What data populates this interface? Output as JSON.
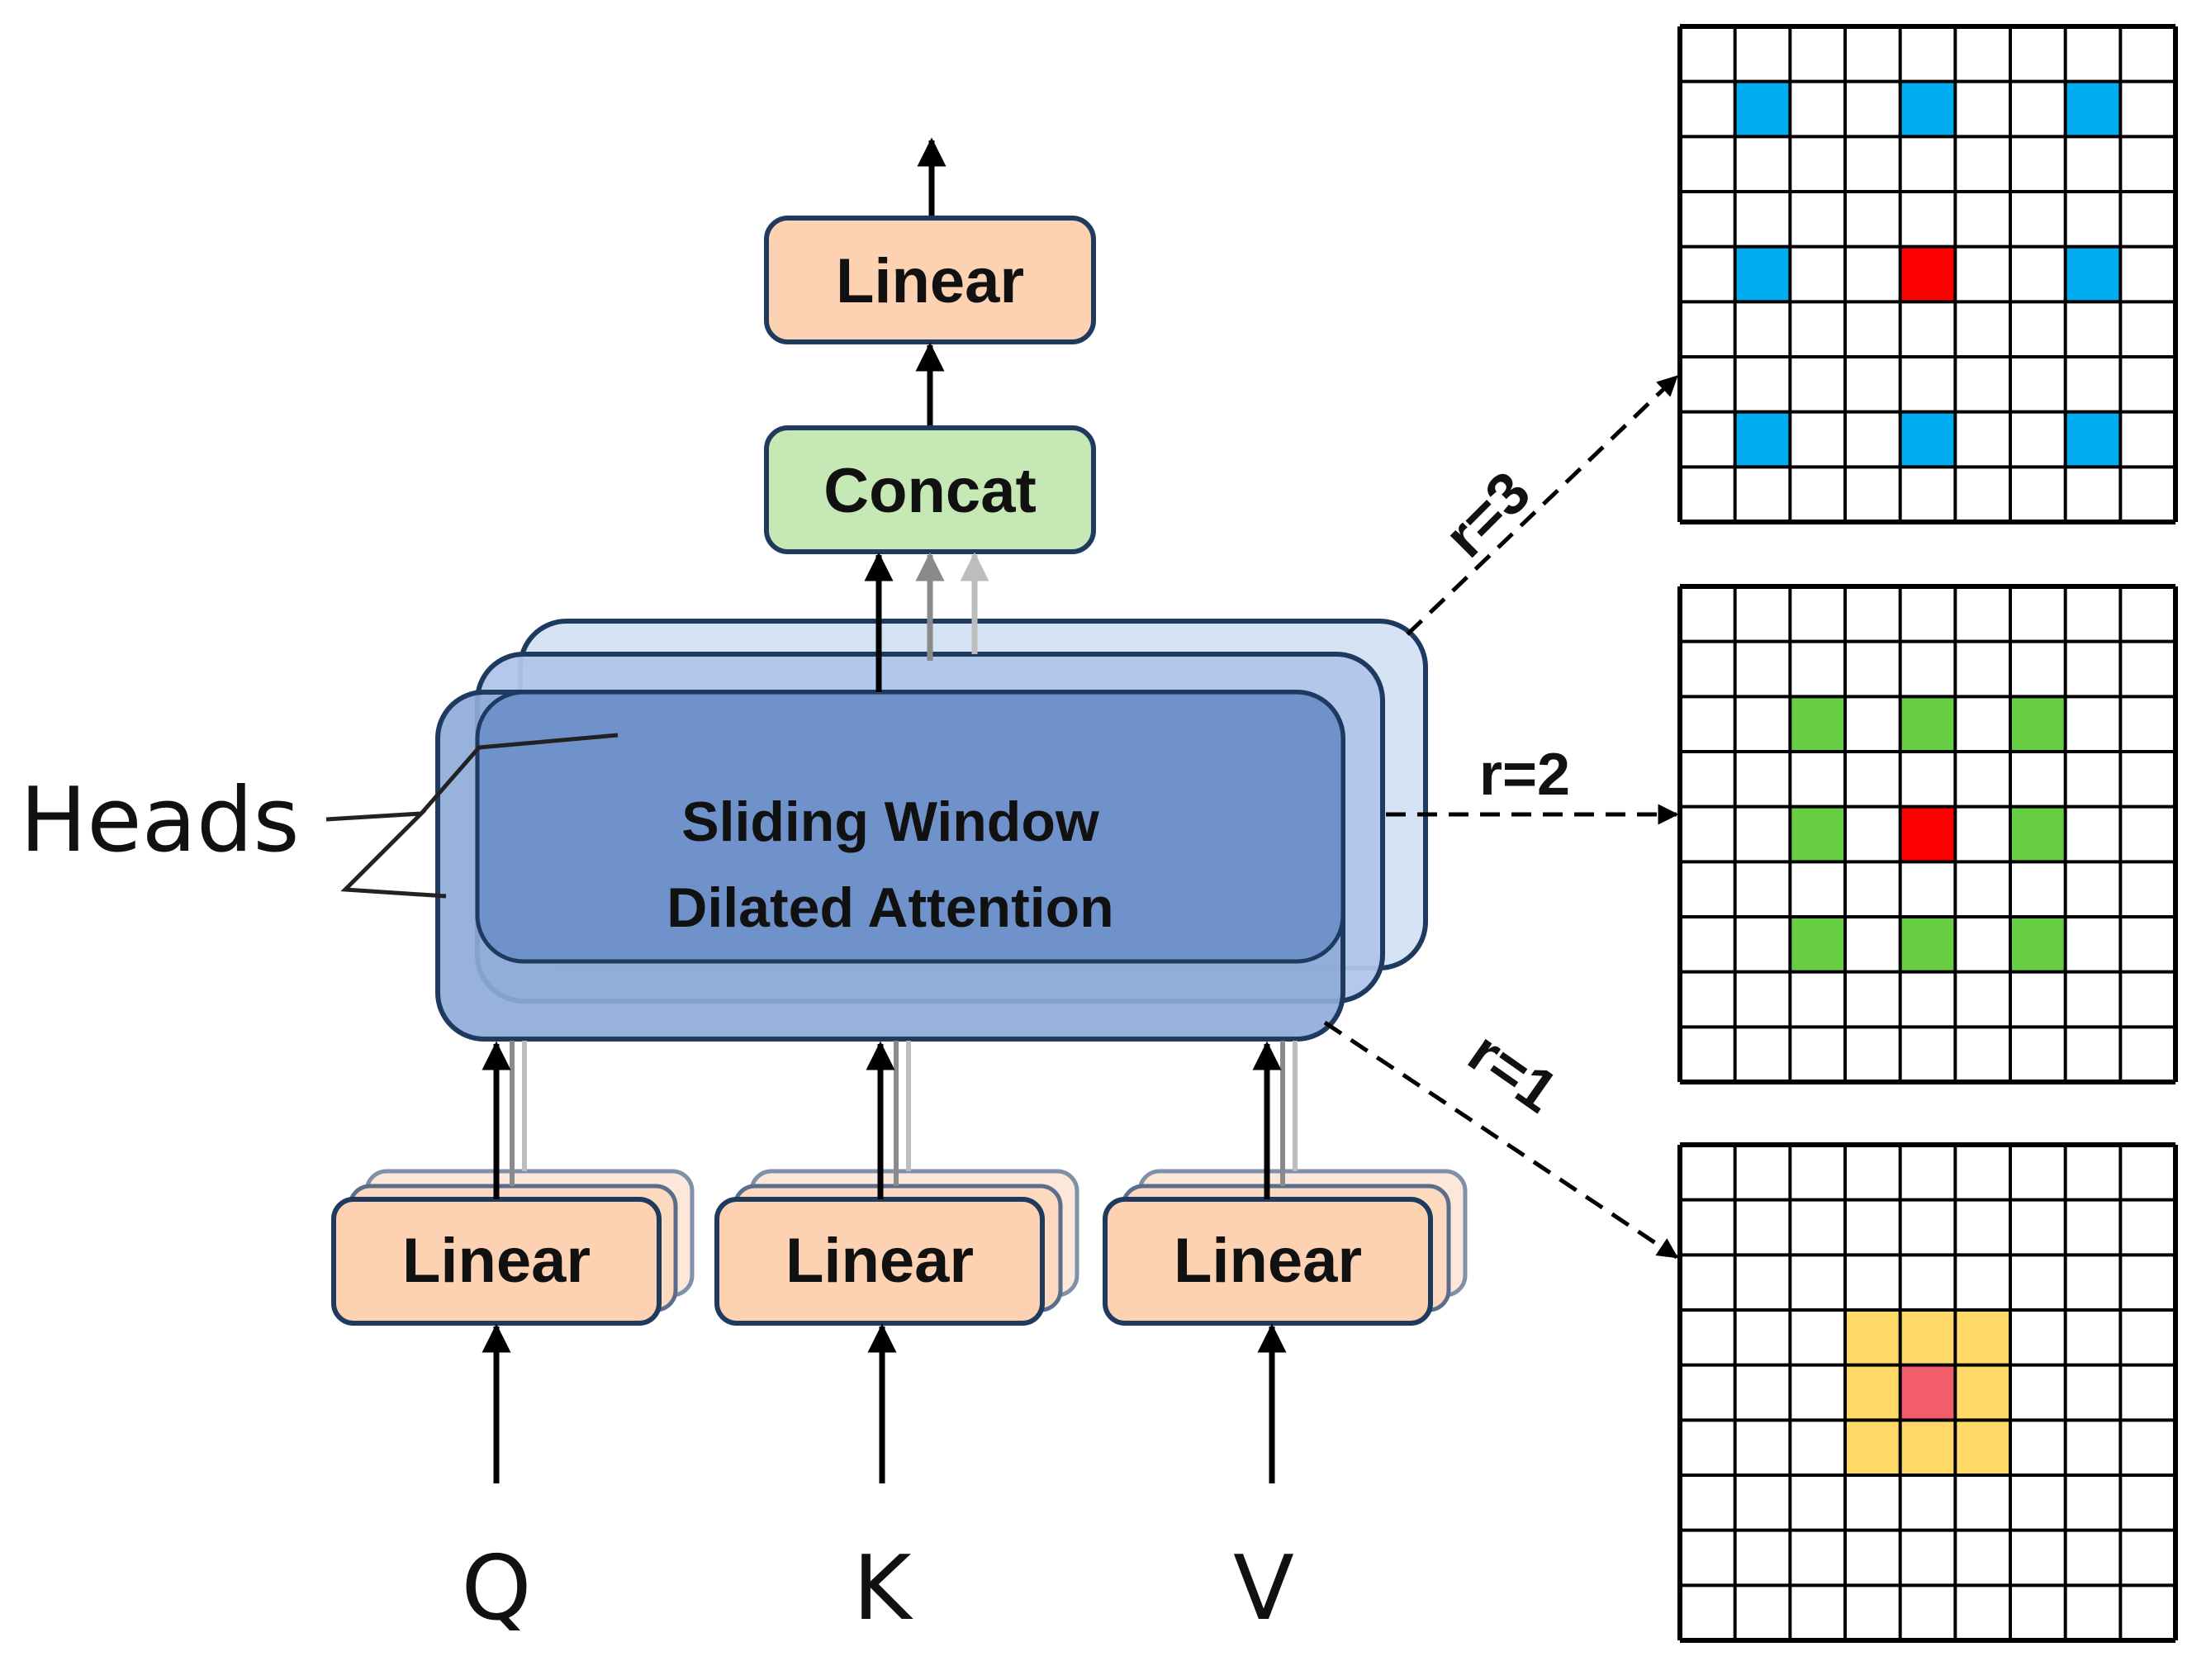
{
  "colors": {
    "linear_fill": "#FDD2B2",
    "linear_stroke": "#1E3A5F",
    "concat_fill": "#C5E8B4",
    "attention_fill": "#6B8FC9",
    "attention_back_fill": "#AFC5EA",
    "attention_stroke": "#1E3A5F",
    "center_cell": "#FF0000",
    "center_cell_r1": "#F25C6B",
    "dilation_3": "#00AEEF",
    "dilation_2": "#67CE43",
    "dilation_1": "#FFD966"
  },
  "labels": {
    "linear": "Linear",
    "concat": "Concat",
    "attention_line1": "Sliding Window",
    "attention_line2": "Dilated Attention",
    "heads": "Heads",
    "q": "Q",
    "k": "K",
    "v": "V",
    "r3": "r=3",
    "r2": "r=2",
    "r1": "r=1"
  },
  "grids": [
    {
      "name": "dilation-grid-r3",
      "label": "r=3",
      "rows": 9,
      "cols": 9,
      "highlights": [
        {
          "row": 1,
          "col": 1,
          "color": "#00AEEF"
        },
        {
          "row": 1,
          "col": 4,
          "color": "#00AEEF"
        },
        {
          "row": 1,
          "col": 7,
          "color": "#00AEEF"
        },
        {
          "row": 4,
          "col": 1,
          "color": "#00AEEF"
        },
        {
          "row": 4,
          "col": 4,
          "color": "#FF0000"
        },
        {
          "row": 4,
          "col": 7,
          "color": "#00AEEF"
        },
        {
          "row": 7,
          "col": 1,
          "color": "#00AEEF"
        },
        {
          "row": 7,
          "col": 4,
          "color": "#00AEEF"
        },
        {
          "row": 7,
          "col": 7,
          "color": "#00AEEF"
        }
      ]
    },
    {
      "name": "dilation-grid-r2",
      "label": "r=2",
      "rows": 9,
      "cols": 9,
      "highlights": [
        {
          "row": 2,
          "col": 2,
          "color": "#67CE43"
        },
        {
          "row": 2,
          "col": 4,
          "color": "#67CE43"
        },
        {
          "row": 2,
          "col": 6,
          "color": "#67CE43"
        },
        {
          "row": 4,
          "col": 2,
          "color": "#67CE43"
        },
        {
          "row": 4,
          "col": 4,
          "color": "#FF0000"
        },
        {
          "row": 4,
          "col": 6,
          "color": "#67CE43"
        },
        {
          "row": 6,
          "col": 2,
          "color": "#67CE43"
        },
        {
          "row": 6,
          "col": 4,
          "color": "#67CE43"
        },
        {
          "row": 6,
          "col": 6,
          "color": "#67CE43"
        }
      ]
    },
    {
      "name": "dilation-grid-r1",
      "label": "r=1",
      "rows": 9,
      "cols": 9,
      "highlights": [
        {
          "row": 3,
          "col": 3,
          "color": "#FFD966"
        },
        {
          "row": 3,
          "col": 4,
          "color": "#FFD966"
        },
        {
          "row": 3,
          "col": 5,
          "color": "#FFD966"
        },
        {
          "row": 4,
          "col": 3,
          "color": "#FFD966"
        },
        {
          "row": 4,
          "col": 4,
          "color": "#F25C6B"
        },
        {
          "row": 4,
          "col": 5,
          "color": "#FFD966"
        },
        {
          "row": 5,
          "col": 3,
          "color": "#FFD966"
        },
        {
          "row": 5,
          "col": 4,
          "color": "#FFD966"
        },
        {
          "row": 5,
          "col": 5,
          "color": "#FFD966"
        }
      ]
    }
  ]
}
